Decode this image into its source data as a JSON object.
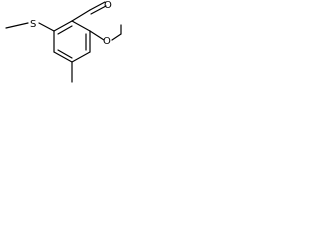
{
  "molecule": {
    "atoms": {
      "sulfur": "S",
      "aldehyde_oxygen": "O",
      "ether_oxygen": "O"
    },
    "colors": {
      "bond": "#000000",
      "label": "#000000",
      "background": "#ffffff"
    }
  }
}
